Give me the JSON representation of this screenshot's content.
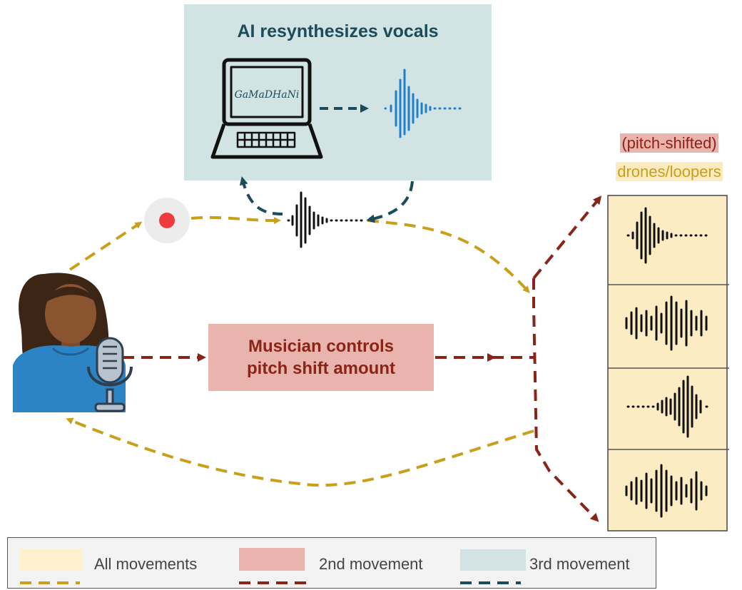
{
  "ai_box": {
    "title": "AI resynthesizes vocals",
    "screen_text": "GaMaDHaNi"
  },
  "pitch_box": {
    "line1": "Musician controls",
    "line2": "pitch shift amount"
  },
  "side_labels": {
    "pitch_shifted": "(pitch-shifted)",
    "drones": "drones/loopers"
  },
  "legend": {
    "items": [
      {
        "label": "All movements",
        "swatch_color": "#fdf0cd",
        "line_color": "#c9a01a"
      },
      {
        "label": "2nd movement",
        "swatch_color": "#e8b4ad",
        "line_color": "#8b2418"
      },
      {
        "label": "3rd movement",
        "swatch_color": "#d3e3e3",
        "line_color": "#1c4b5a"
      }
    ]
  },
  "colors": {
    "gold": "#c9a01a",
    "darkred": "#8b2418",
    "teal": "#1c4b5a",
    "ai_box_bg": "#d2e3e3",
    "pitch_box_bg": "#e8b4ad",
    "drone_panel_bg": "#fcecc3",
    "wave_blue": "#1e7fd0"
  },
  "icons": [
    "laptop-icon",
    "record-button-icon",
    "musician-avatar-icon",
    "microphone-icon",
    "waveform-icon"
  ]
}
